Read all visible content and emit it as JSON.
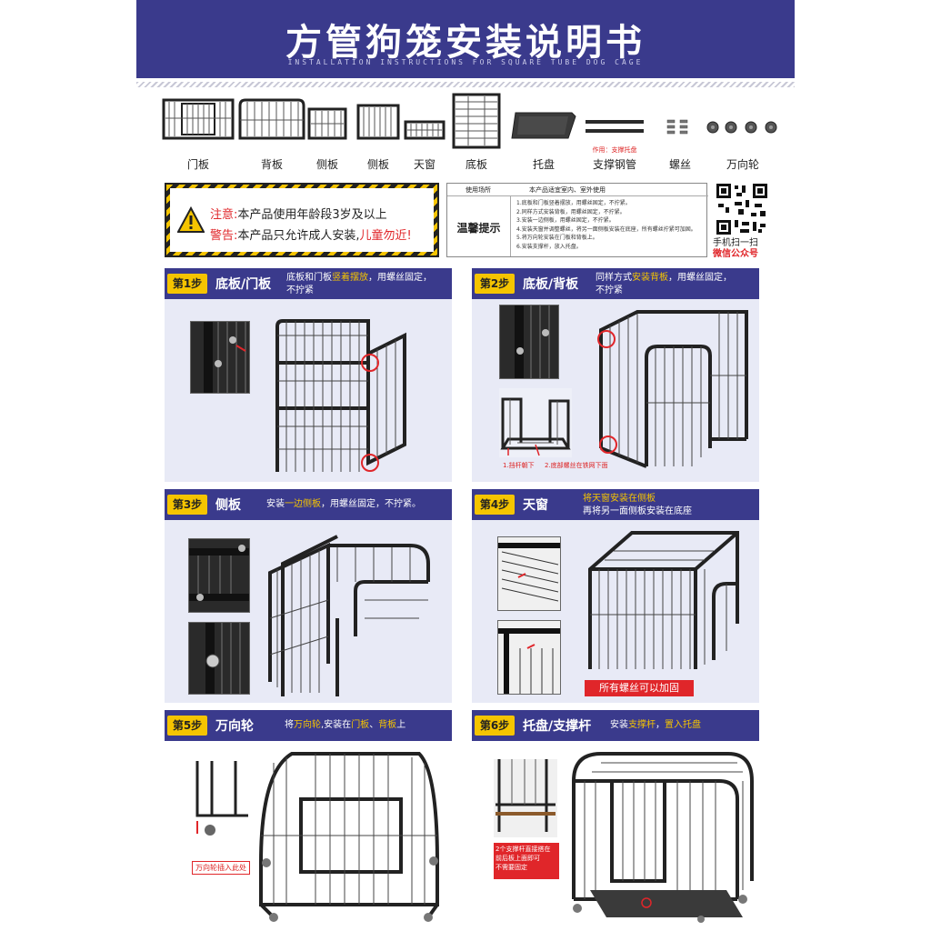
{
  "header": {
    "title": "方管狗笼安装说明书",
    "subtitle": "INSTALLATION INSTRUCTIONS FOR SQUARE TUBE DOG CAGE"
  },
  "parts": [
    {
      "label": "门板"
    },
    {
      "label": "背板"
    },
    {
      "label": "侧板"
    },
    {
      "label": "侧板"
    },
    {
      "label": "天窗"
    },
    {
      "label": "底板"
    },
    {
      "label": "托盘"
    },
    {
      "label": "支撑钢管",
      "note": "作用：支撑托盘"
    },
    {
      "label": "螺丝"
    },
    {
      "label": "万向轮"
    }
  ],
  "warning": {
    "l1_prefix": "注意:",
    "l1_text": "本产品使用年龄段3岁及以上",
    "l2_prefix": "警告:",
    "l2_text": "本产品只允许成人安装,",
    "l2_suffix": "儿童勿近!"
  },
  "notice": {
    "head_left": "使用场所",
    "head_right": "本产品适宜室内、室外使用",
    "title": "温馨提示",
    "rules": [
      "1.底板和门板竖着摆放，用螺丝固定，不拧紧。",
      "2.同样方式安装背板，用螺丝固定，不拧紧。",
      "3.安装一边侧板，用螺丝固定，不拧紧。",
      "4.安装天窗并调整螺丝，将另一面侧板安装在底座，所有螺丝拧紧可加固。",
      "5.将万向轮安装在门板和背板上。",
      "6.安装支撑杆，放入托盘。"
    ]
  },
  "qr": {
    "line1": "手机扫一扫",
    "line2": "微信公众号"
  },
  "steps": [
    {
      "num": "第1步",
      "name": "底板/门板",
      "desc_a": "底板和门板",
      "desc_hl": "竖着摆放",
      "desc_b": "，用螺丝固定，",
      "desc_c": "不拧紧"
    },
    {
      "num": "第2步",
      "name": "底板/背板",
      "desc_a": "同样方式",
      "desc_hl": "安装背板",
      "desc_b": "，用螺丝固定，",
      "desc_c": "不拧紧",
      "tag1": "1.挡杆朝下",
      "tag2": "2.底部螺丝在铁网下面"
    },
    {
      "num": "第3步",
      "name": "侧板",
      "desc_a": "安装",
      "desc_hl": "一边侧板",
      "desc_b": "，用螺丝固定，不拧紧。"
    },
    {
      "num": "第4步",
      "name": "天窗",
      "desc_hl": "将天窗安装在侧板",
      "desc_c": "再将另一面侧板安装在底座",
      "redbox": "所有螺丝可以加固"
    },
    {
      "num": "第5步",
      "name": "万向轮",
      "desc_a": "将",
      "desc_hl": "万向轮",
      "desc_b": ",安装在",
      "desc_hl2": "门板",
      "desc_b2": "、",
      "desc_hl3": "背板",
      "desc_b3": "上",
      "tag1": "万向轮插入此处"
    },
    {
      "num": "第6步",
      "name": "托盘/支撑杆",
      "desc_a": "安装",
      "desc_hl": "支撑杆",
      "desc_b": "，",
      "desc_hl2": "置入托盘",
      "tag1": "2个支撑杆直接搭在",
      "tag2": "前后板上面即可",
      "tag3": "不需要固定"
    }
  ],
  "colors": {
    "banner": "#3a3a8c",
    "accent": "#f5c400",
    "alert": "#e0262a"
  }
}
